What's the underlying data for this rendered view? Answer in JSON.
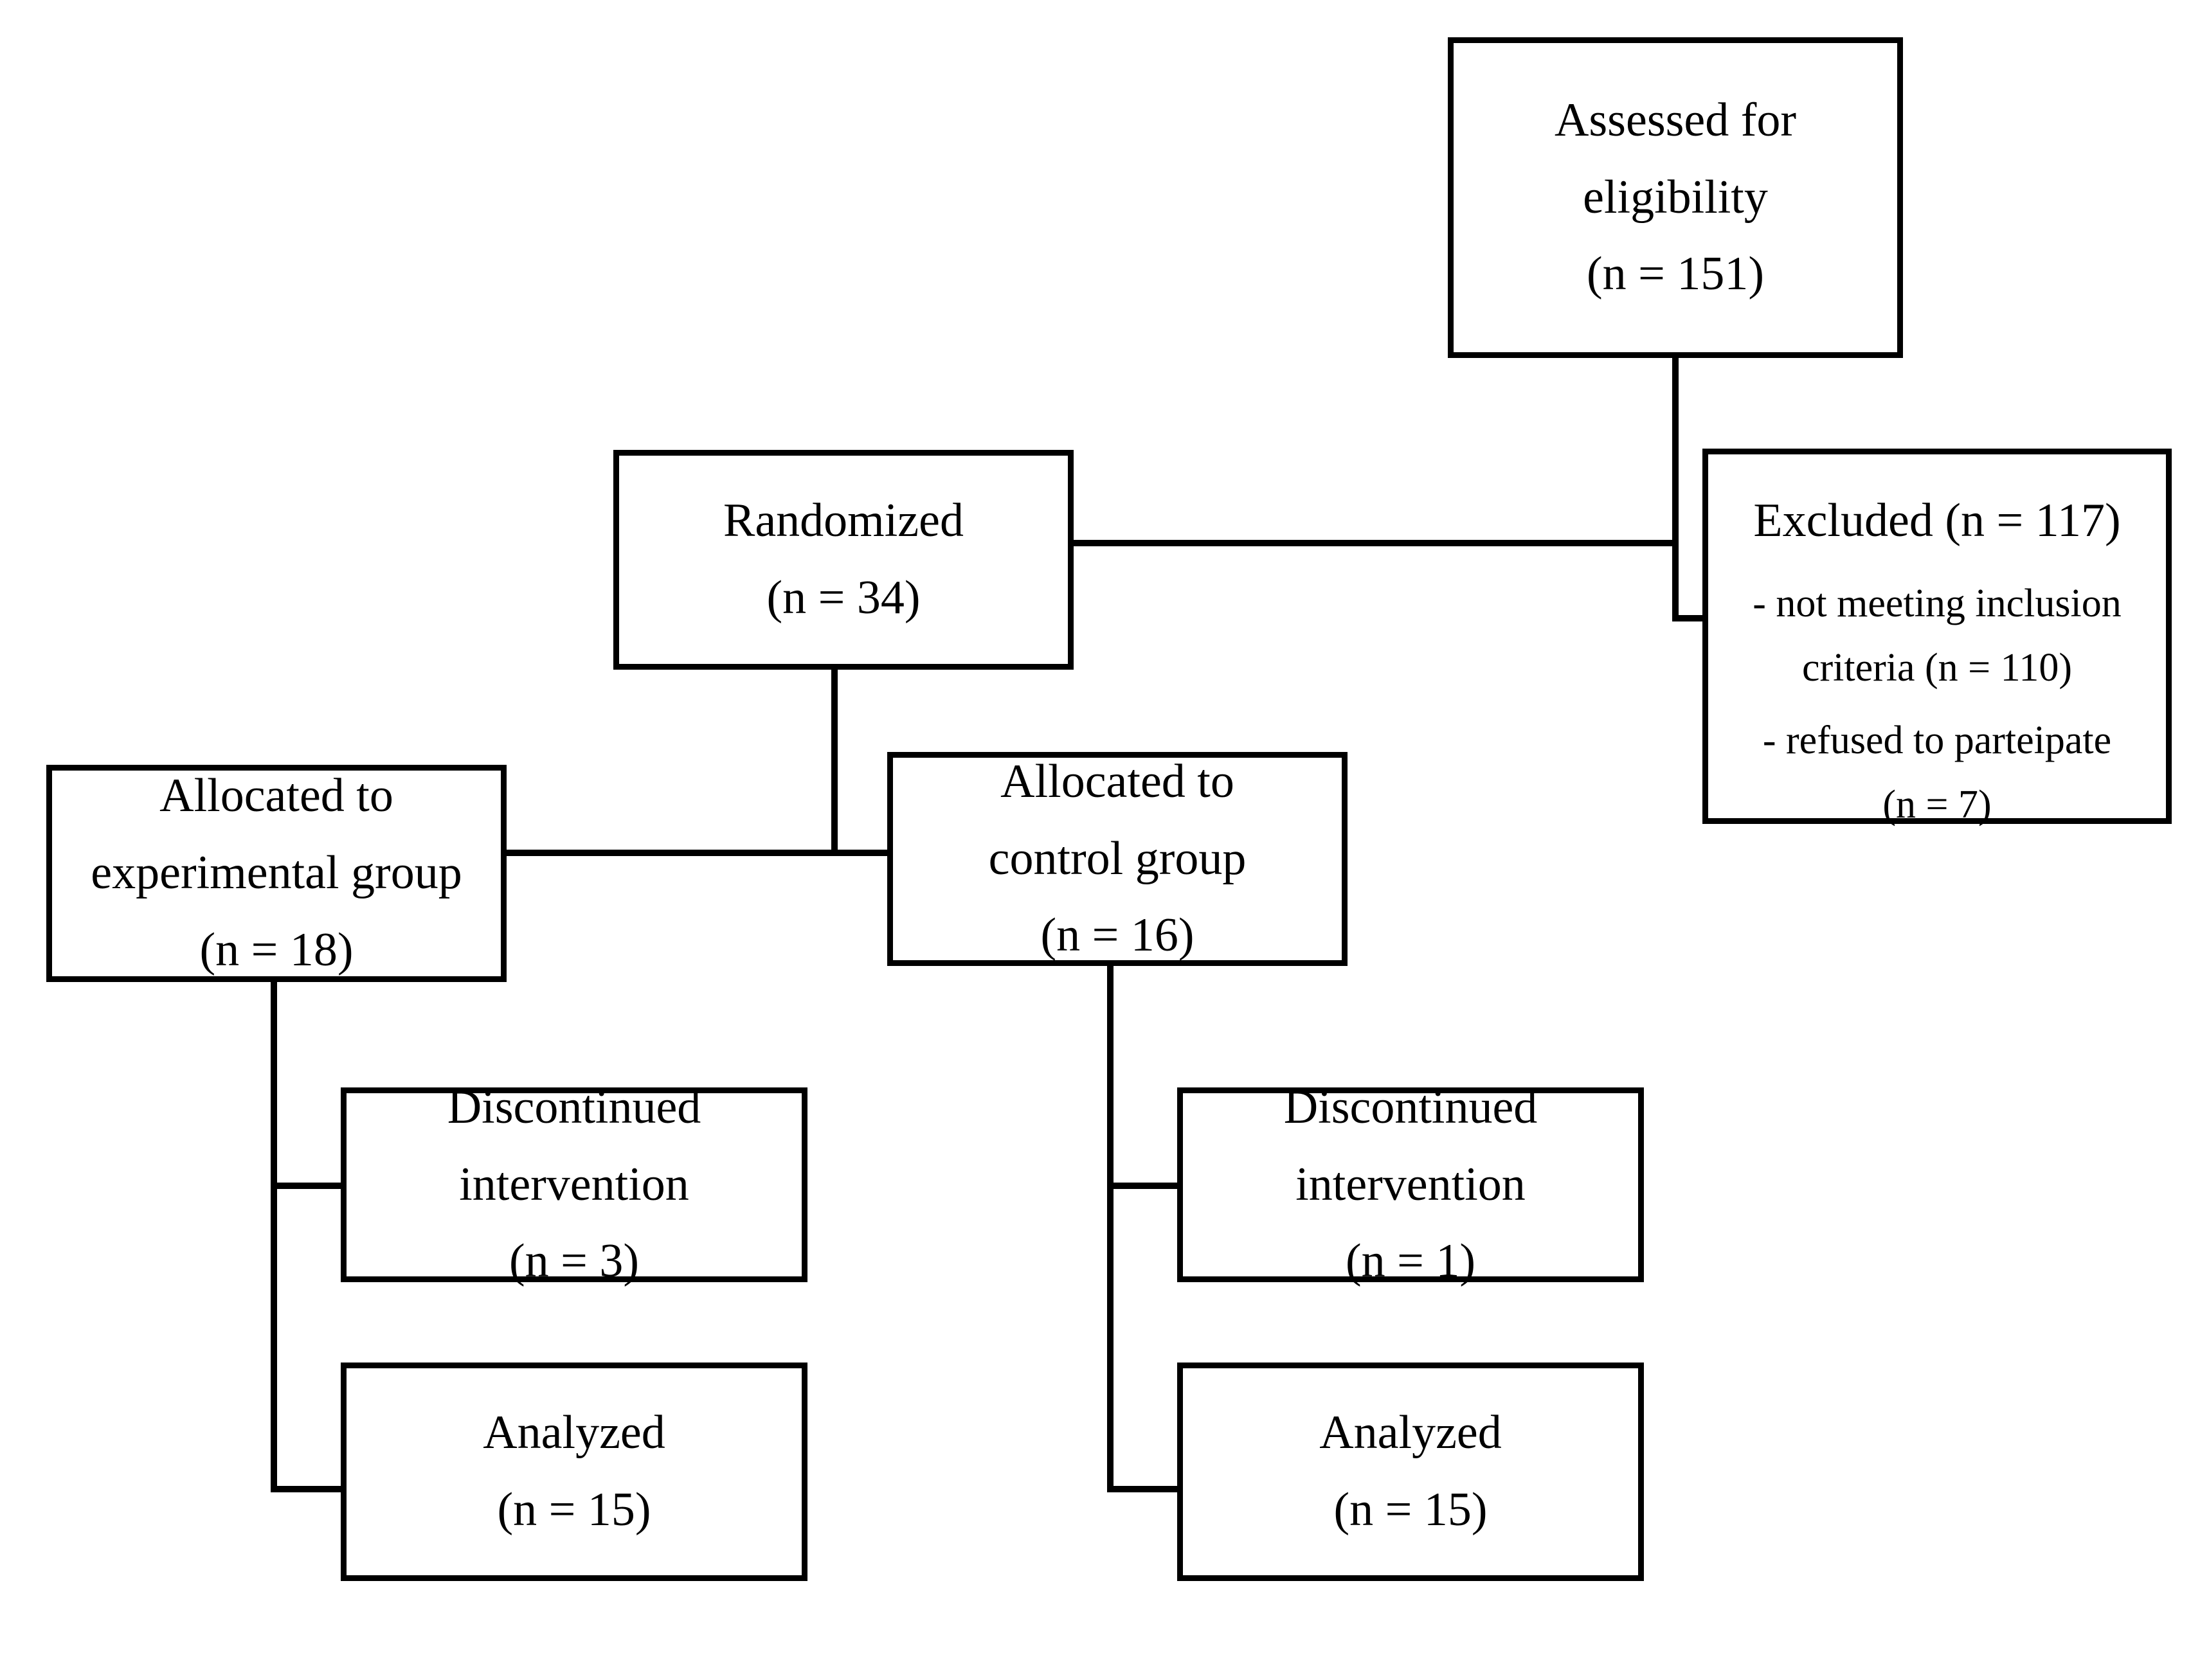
{
  "diagram": {
    "type": "consort-flow-diagram",
    "title": "",
    "nodes": [
      {
        "id": "assessed",
        "name": "assessed-for-eligibility-box",
        "lines": [
          "Assessed for",
          "eligibility",
          "(n = 151)"
        ]
      },
      {
        "id": "excluded",
        "name": "excluded-box",
        "heading": "Excluded (n = 117)",
        "reasons": [
          "- not meeting inclusion criteria (n = 110)",
          "- refused to parteipate (n = 7)"
        ],
        "reason_lines": [
          "- not meeting inclusion",
          "criteria (n = 110)",
          "- refused to parteipate",
          "(n = 7)"
        ]
      },
      {
        "id": "randomized",
        "name": "randomized-box",
        "lines": [
          "Randomized",
          "(n = 34)"
        ]
      },
      {
        "id": "alloc-exp",
        "name": "allocated-experimental-group-box",
        "lines": [
          "Allocated to",
          "experimental group",
          "(n = 18)"
        ]
      },
      {
        "id": "alloc-ctrl",
        "name": "allocated-control-group-box",
        "lines": [
          "Allocated to",
          "control group",
          "(n = 16)"
        ]
      },
      {
        "id": "disc-exp",
        "name": "discontinued-intervention-experimental-box",
        "lines": [
          "Discontinued",
          "intervention",
          "(n = 3)"
        ]
      },
      {
        "id": "disc-ctrl",
        "name": "discontinued-intervention-control-box",
        "lines": [
          "Discontinued",
          "intervention",
          "(n = 1)"
        ]
      },
      {
        "id": "analyzed-exp",
        "name": "analyzed-experimental-box",
        "lines": [
          "Analyzed",
          "(n = 15)"
        ]
      },
      {
        "id": "analyzed-ctrl",
        "name": "analyzed-control-box",
        "lines": [
          "Analyzed",
          "(n = 15)"
        ]
      }
    ],
    "counts": {
      "assessed": 151,
      "excluded_total": 117,
      "excluded_not_meeting_inclusion": 110,
      "excluded_refused": 7,
      "randomized": 34,
      "allocated_experimental": 18,
      "allocated_control": 16,
      "discontinued_experimental": 3,
      "discontinued_control": 1,
      "analyzed_experimental": 15,
      "analyzed_control": 15
    },
    "colors": {
      "stroke": "#000000",
      "fill": "#ffffff",
      "text": "#000000"
    },
    "boxes": {
      "assessed": {
        "l1": "Assessed for",
        "l2": "eligibility",
        "l3": "(n = 151)"
      },
      "excluded": {
        "l1": "Excluded (n = 117)",
        "l2": "- not meeting inclusion",
        "l3": "criteria (n = 110)",
        "l4": "- refused to parteipate",
        "l5": "(n = 7)"
      },
      "randomized": {
        "l1": "Randomized",
        "l2": "(n = 34)"
      },
      "alloc_exp": {
        "l1": "Allocated to",
        "l2": "experimental group",
        "l3": "(n = 18)"
      },
      "alloc_ctrl": {
        "l1": "Allocated to",
        "l2": "control group",
        "l3": "(n = 16)"
      },
      "disc_exp": {
        "l1": "Discontinued",
        "l2": "intervention",
        "l3": "(n = 3)"
      },
      "disc_ctrl": {
        "l1": "Discontinued",
        "l2": "intervention",
        "l3": "(n = 1)"
      },
      "analyzed_exp": {
        "l1": "Analyzed",
        "l2": "(n = 15)"
      },
      "analyzed_ctrl": {
        "l1": "Analyzed",
        "l2": "(n = 15)"
      }
    }
  }
}
